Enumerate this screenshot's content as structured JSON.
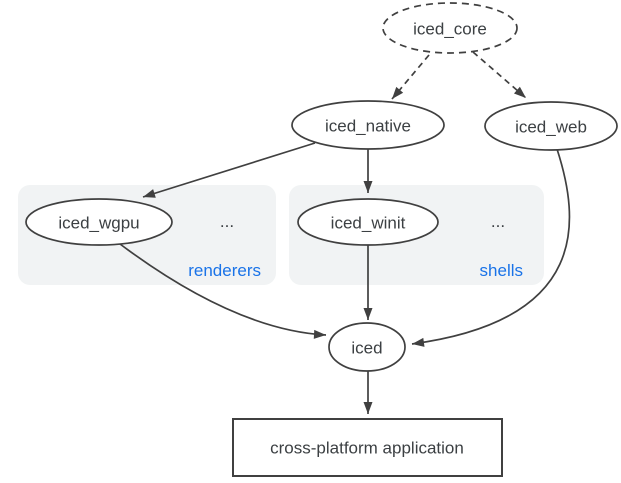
{
  "diagram": {
    "type": "dependency-graph",
    "nodes": {
      "iced_core": {
        "label": "iced_core",
        "shape": "ellipse",
        "border": "dashed"
      },
      "iced_native": {
        "label": "iced_native",
        "shape": "ellipse",
        "border": "solid"
      },
      "iced_web": {
        "label": "iced_web",
        "shape": "ellipse",
        "border": "solid"
      },
      "iced_wgpu": {
        "label": "iced_wgpu",
        "shape": "ellipse",
        "border": "solid",
        "group": "renderers"
      },
      "iced_winit": {
        "label": "iced_winit",
        "shape": "ellipse",
        "border": "solid",
        "group": "shells"
      },
      "iced": {
        "label": "iced",
        "shape": "ellipse",
        "border": "solid"
      },
      "application": {
        "label": "cross-platform application",
        "shape": "rect",
        "border": "solid"
      }
    },
    "groups": {
      "renderers": {
        "label": "renderers",
        "more_indicator": "..."
      },
      "shells": {
        "label": "shells",
        "more_indicator": "..."
      }
    },
    "edges": [
      {
        "from": "iced_core",
        "to": "iced_native",
        "style": "dashed"
      },
      {
        "from": "iced_core",
        "to": "iced_web",
        "style": "dashed"
      },
      {
        "from": "iced_native",
        "to": "iced_wgpu",
        "style": "solid"
      },
      {
        "from": "iced_native",
        "to": "iced_winit",
        "style": "solid"
      },
      {
        "from": "iced_wgpu",
        "to": "iced",
        "style": "solid"
      },
      {
        "from": "iced_winit",
        "to": "iced",
        "style": "solid"
      },
      {
        "from": "iced_web",
        "to": "iced",
        "style": "solid"
      },
      {
        "from": "iced",
        "to": "application",
        "style": "solid"
      }
    ],
    "colors": {
      "background": "#ffffff",
      "node_fill": "#ffffff",
      "stroke": "#404040",
      "text": "#3c4043",
      "group_background": "#f1f3f4",
      "group_label": "#1a73e8"
    }
  }
}
